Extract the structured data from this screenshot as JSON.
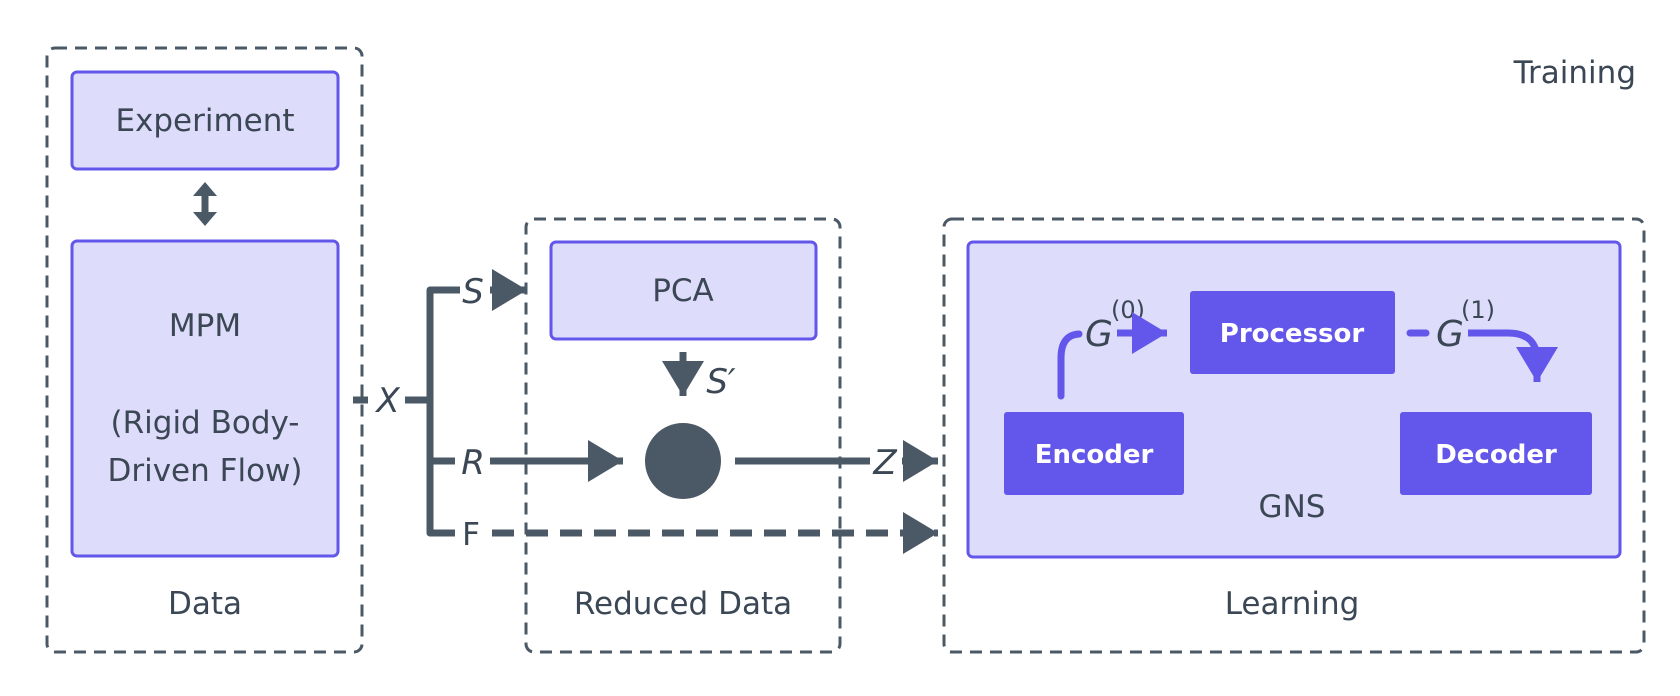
{
  "title": "Training",
  "groups": {
    "data": "Data",
    "reduced": "Reduced Data",
    "learning": "Learning"
  },
  "boxes": {
    "experiment": "Experiment",
    "mpm_line1": "MPM",
    "mpm_line2": "(Rigid Body-",
    "mpm_line3": "Driven Flow)",
    "pca": "PCA",
    "encoder": "Encoder",
    "processor": "Processor",
    "decoder": "Decoder",
    "gns": "GNS"
  },
  "variables": {
    "x": "X",
    "s": "S",
    "s_prime": "S′",
    "r": "R",
    "f": "F",
    "z": "Z",
    "g": "G",
    "g0_sup": "(0)",
    "g1_sup": "(1)"
  },
  "colors": {
    "line": "#4b5866",
    "light_fill": "#dedcfb",
    "accent": "#6356ea",
    "dashed": "#4b5866"
  }
}
